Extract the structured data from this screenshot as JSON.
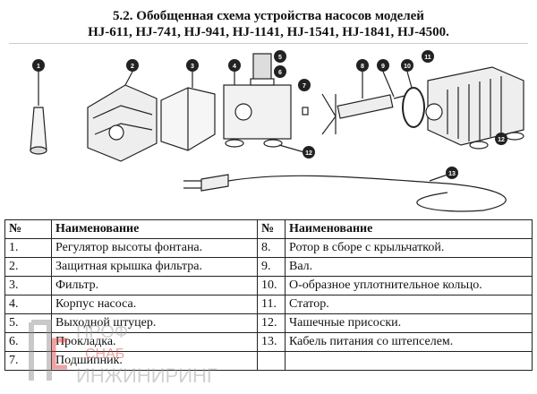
{
  "title_line1": "5.2. Обобщенная схема устройства насосов моделей",
  "title_line2": "HJ-611, HJ-741, HJ-941, HJ-1141, HJ-1541, HJ-1841, HJ-4500.",
  "diagram": {
    "callouts": [
      "1",
      "2",
      "3",
      "4",
      "5",
      "6",
      "7",
      "8",
      "9",
      "10",
      "11",
      "12",
      "12",
      "13"
    ]
  },
  "table": {
    "headers": [
      "№",
      "Наименование",
      "№",
      "Наименование"
    ],
    "rows": [
      [
        "1.",
        "Регулятор высоты фонтана.",
        "8.",
        "Ротор в сборе с крыльчаткой."
      ],
      [
        "2.",
        "Защитная крышка фильтра.",
        "9.",
        "Вал."
      ],
      [
        "3.",
        "Фильтр.",
        "10.",
        "О-образное уплотнительное кольцо."
      ],
      [
        "4.",
        "Корпус насоса.",
        "11.",
        "Статор."
      ],
      [
        "5.",
        "Выходной штуцер.",
        "12.",
        "Чашечные присоски."
      ],
      [
        "6.",
        "Прокладка.",
        "13.",
        "Кабель питания со штепселем."
      ],
      [
        "7.",
        "Подшипник.",
        "",
        ""
      ]
    ]
  },
  "watermark": {
    "line1": "ПРОФ",
    "line2": "СНАБ",
    "line3": "ИНЖИНИРИНГ"
  }
}
